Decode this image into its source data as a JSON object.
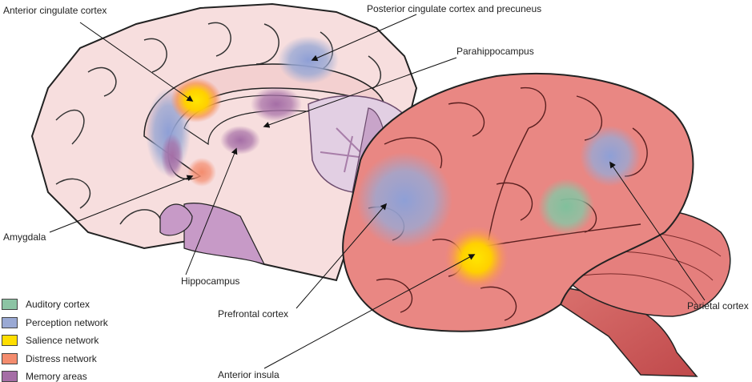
{
  "labels": {
    "anterior_cingulate": "Anterior cingulate cortex",
    "posterior_cingulate": "Posterior cingulate cortex and precuneus",
    "parahippocampus": "Parahippocampus",
    "amygdala": "Amygdala",
    "hippocampus": "Hippocampus",
    "prefrontal": "Prefrontal cortex",
    "anterior_insula": "Anterior insula",
    "parietal": "Parietal cortex"
  },
  "legend": [
    {
      "label": "Auditory cortex",
      "color": "#8cc4a4"
    },
    {
      "label": "Perception network",
      "color": "#9aa9d4"
    },
    {
      "label": "Salience network",
      "color": "#ffde00"
    },
    {
      "label": "Distress network",
      "color": "#f48c6e"
    },
    {
      "label": "Memory areas",
      "color": "#a56ea6"
    }
  ],
  "colors": {
    "medial_brain": "#f7dede",
    "lateral_brain": "#e98783",
    "cerebellum_medial": "#e2cfe3",
    "brainstem": "#c79ac7",
    "outline": "#222222"
  }
}
